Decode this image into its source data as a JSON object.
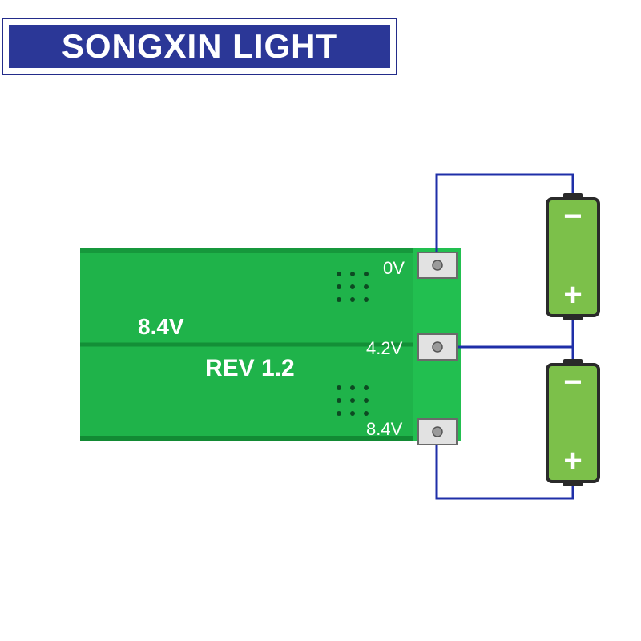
{
  "brand": {
    "title": "SONGXIN LIGHT"
  },
  "board": {
    "voltage_label": "8.4V",
    "revision_label": "REV 1.2",
    "pads": [
      {
        "label": "0V"
      },
      {
        "label": "4.2V"
      },
      {
        "label": "8.4V"
      }
    ]
  },
  "batteries": [
    {
      "top_symbol": "−",
      "bottom_symbol": "+"
    },
    {
      "top_symbol": "−",
      "bottom_symbol": "+"
    }
  ],
  "colors": {
    "pcb": "#1fb34a",
    "wire": "#1f2fa8",
    "battery_fill": "#7cc04a",
    "battery_border": "#2a2a2a",
    "banner": "#2b3797"
  }
}
